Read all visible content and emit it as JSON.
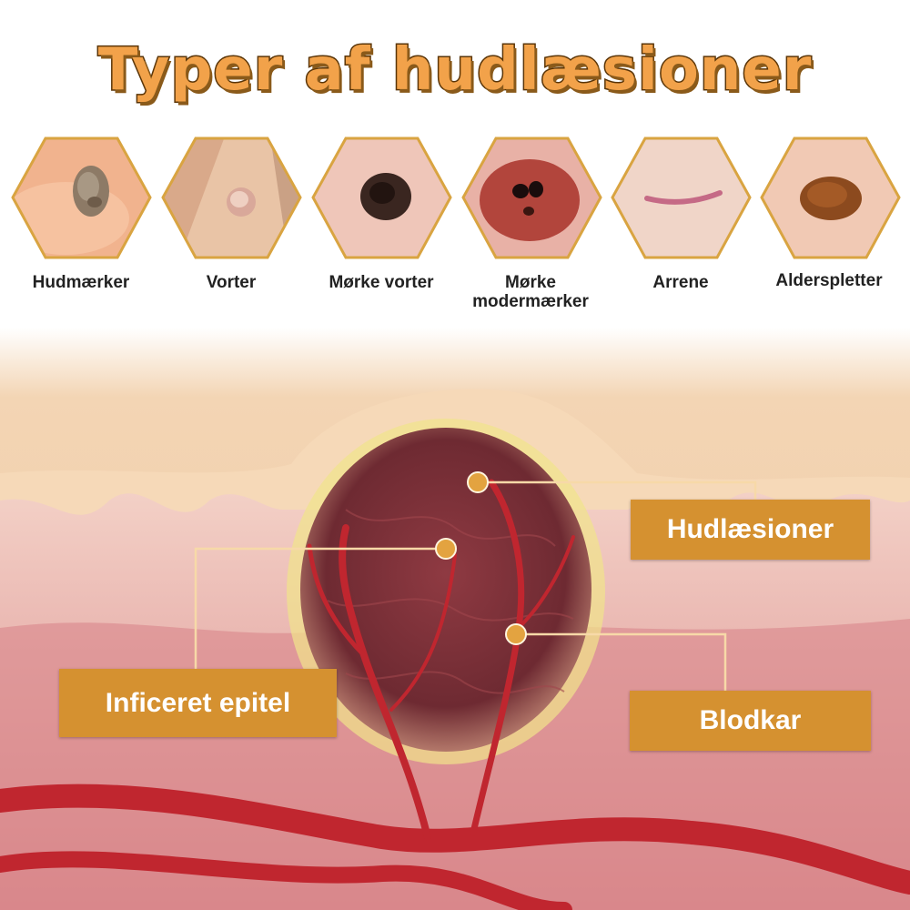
{
  "title": "Typer af hudlæsioner",
  "lesion_types": [
    {
      "label": "Hudmærker",
      "icon": "skin-tag-photo"
    },
    {
      "label": "Vorter",
      "icon": "wart-photo"
    },
    {
      "label": "Mørke vorter",
      "icon": "dark-wart-photo"
    },
    {
      "label": "Mørke modermærker",
      "icon": "dark-mole-photo"
    },
    {
      "label": "Arrene",
      "icon": "scar-photo"
    },
    {
      "label": "Alderspletter",
      "icon": "age-spot-photo"
    }
  ],
  "callouts": {
    "lesions": "Hudlæsioner",
    "infected_epithelium": "Inficeret epitel",
    "blood_vessels": "Blodkar"
  },
  "colors": {
    "title": "#F2A24A",
    "callout_bg": "#D59130",
    "hex_border": "#D9A441"
  }
}
